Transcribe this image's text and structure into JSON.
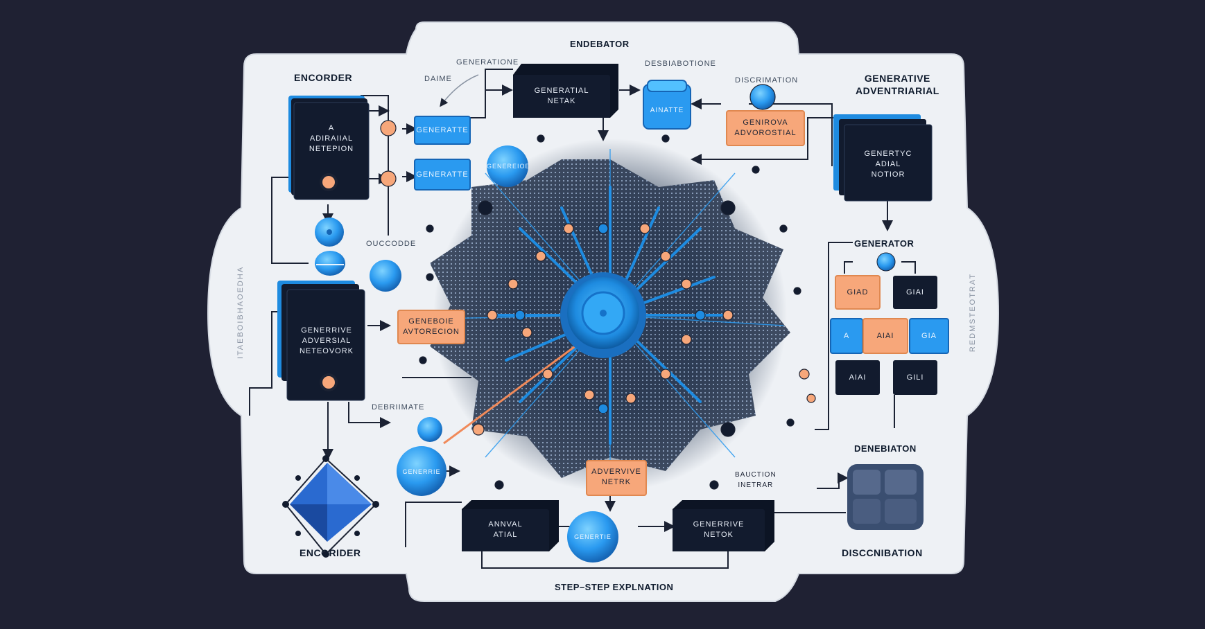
{
  "header": {
    "top_label": "ENDEBATOR",
    "bottom_label": "STEP–STEP EXPLNATION"
  },
  "left": {
    "encoder_top": "ENCORDER",
    "encoder_box": [
      "A",
      "ADIRAIIAL",
      "NETEPION"
    ],
    "generative_box": [
      "GENERRIVE",
      "ADVERSIAL",
      "NETEOVORK"
    ],
    "encoder_bottom": "ENCORIDER",
    "side_text": "ITAEBOIBHAOEDHA"
  },
  "center": {
    "note_generative": "GENERATIONE",
    "note_daime": "DAIME",
    "note_desbiration": "DESBIABOTIONE",
    "note_discrimation": "DISCRIMATION",
    "note_ouccodde": "OUCCODDE",
    "note_debrimate": "DEBRIIMATE",
    "note_bauction": [
      "BAUCTION",
      "INETRAR"
    ],
    "chip1": "GENERATTE",
    "chip2": "GENERATTE",
    "top_box": [
      "GENERATIAL",
      "NETAK"
    ],
    "top_cube": "AINATTE",
    "orange_top": [
      "GENIROVA",
      "ADVOROSTIAL"
    ],
    "orange_left": [
      "GENEBOIE",
      "AVTORECION"
    ],
    "orange_bottom": [
      "ADVERVIVE",
      "NETRK"
    ],
    "sphere_left": "GENERRIE",
    "sphere_top": "GENEREIOE",
    "sphere_bottom": "GENERTIE",
    "bottom_left_box": [
      "ANNVAL",
      "ATIAL"
    ],
    "bottom_right_box": [
      "GENERRIVE",
      "NETOK"
    ]
  },
  "right": {
    "title": [
      "GENERATIVE",
      "ADVENTRIARIAL"
    ],
    "box": [
      "GENERTYC",
      "ADIAL",
      "NOTIOR"
    ],
    "generator": "GENERATOR",
    "grid_labels": [
      "GIAD",
      "GIAI",
      "A",
      "AIAI",
      "GIA",
      "AIAI",
      "GILI"
    ],
    "denebiaton": "DENEBIATON",
    "discrimination": "DISCCNIBATION",
    "side_text": "REDMSTEOTRAT"
  },
  "colors": {
    "background": "#1f2133",
    "panel": "#eef1f5",
    "dark_box": "#121b2e",
    "blue": "#2a9af0",
    "orange": "#f7a77a",
    "line": "#1b2233"
  }
}
